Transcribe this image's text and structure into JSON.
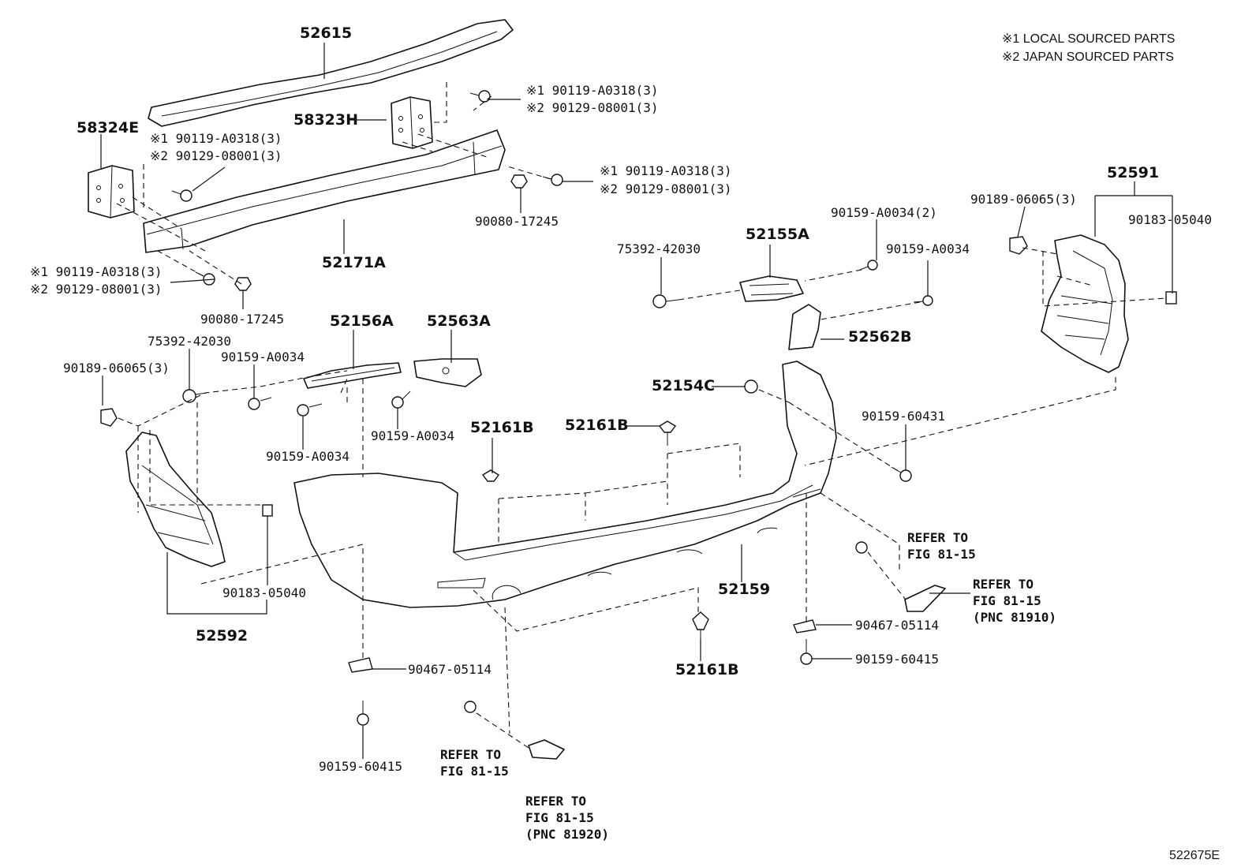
{
  "legend": {
    "line1": "※1 LOCAL SOURCED PARTS",
    "line2": "※2 JAPAN SOURCED PARTS"
  },
  "figure_id": "522675E",
  "labels": {
    "p52615": "52615",
    "p58323H": "58323H",
    "p58324E": "58324E",
    "p52171A": "52171A",
    "bolt_top_1": "※1 90119-A0318(3)",
    "bolt_top_2": "※2 90129-08001(3)",
    "bolt_left_1": "※1 90119-A0318(3)",
    "bolt_left_2": "※2 90129-08001(3)",
    "bolt_right_1": "※1 90119-A0318(3)",
    "bolt_right_2": "※2 90129-08001(3)",
    "bolt_low_1": "※1 90119-A0318(3)",
    "bolt_low_2": "※2 90129-08001(3)",
    "nut_right": "90080-17245",
    "nut_left": "90080-17245",
    "p52591": "52591",
    "clip_r_90189": "90189-06065(3)",
    "nut_r_90183": "90183-05040",
    "p52155A": "52155A",
    "screw_90159_2": "90159-A0034(2)",
    "screw_90159_r": "90159-A0034",
    "p75392_r": "75392-42030",
    "p52562B": "52562B",
    "p52154C": "52154C",
    "p52161B_c": "52161B",
    "p90159_60431": "90159-60431",
    "p52156A": "52156A",
    "p52563A": "52563A",
    "p75392_l": "75392-42030",
    "clip_l_90189": "90189-06065(3)",
    "screw_l_1": "90159-A0034",
    "screw_l_2": "90159-A0034",
    "screw_l_3": "90159-A0034",
    "p52161B_l": "52161B",
    "nut_l_90183": "90183-05040",
    "p52592": "52592",
    "p52159": "52159",
    "p52161B_b": "52161B",
    "nut_90467_r": "90467-05114",
    "screw_60415_r": "90159-60415",
    "nut_90467_l": "90467-05114",
    "screw_60415_l": "90159-60415",
    "refer_r1": "REFER TO\nFIG 81-15",
    "refer_r2": "REFER TO\nFIG 81-15\n(PNC 81910)",
    "refer_b1": "REFER TO\nFIG 81-15",
    "refer_b2": "REFER TO\nFIG 81-15\n(PNC 81920)"
  }
}
